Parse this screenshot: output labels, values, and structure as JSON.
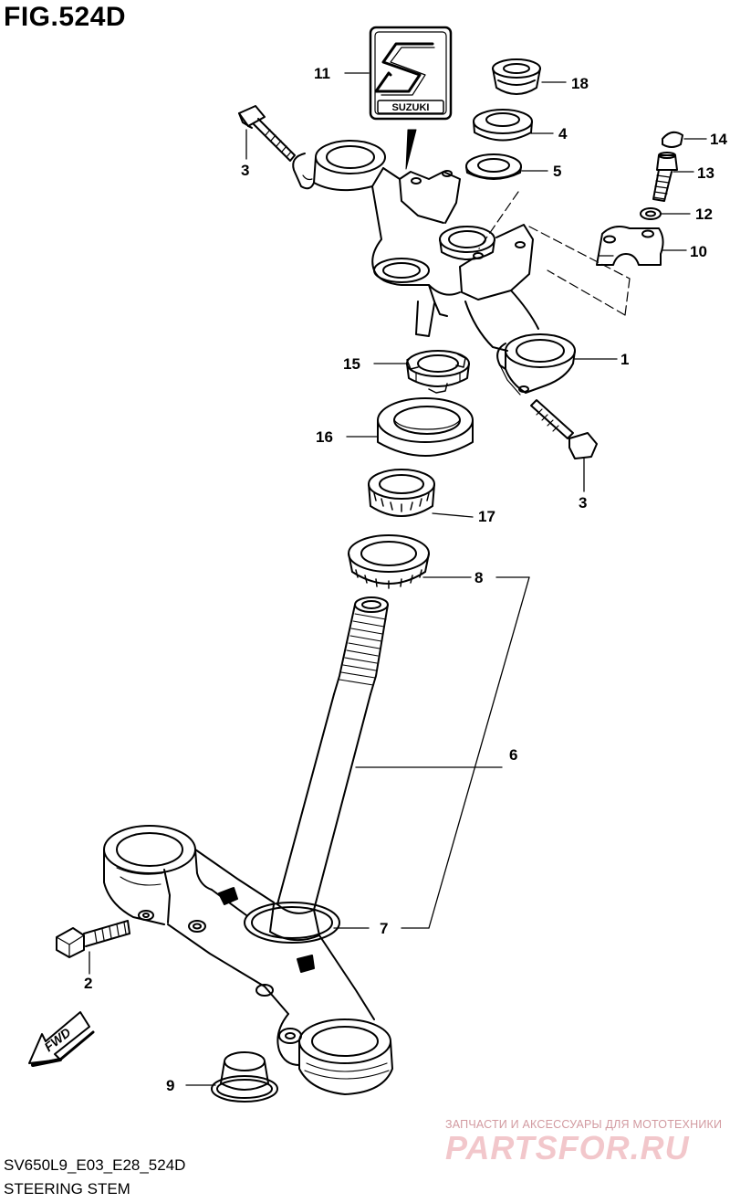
{
  "figure": {
    "title": "FIG.524D",
    "model_code": "SV650L9_E03_E28_524D",
    "caption": "STEERING STEM",
    "fwd_label": "FWD",
    "logo_text": "SUZUKI"
  },
  "callouts": [
    "11",
    "18",
    "4",
    "5",
    "3",
    "14",
    "13",
    "12",
    "10",
    "1",
    "15",
    "16",
    "3",
    "17",
    "8",
    "6",
    "7",
    "2",
    "9"
  ],
  "watermark": {
    "subtitle": "ЗАПЧАСТИ И АКСЕССУАРЫ ДЛЯ МОТОТЕХНИКИ",
    "brand": "PARTSFOR.RU"
  }
}
